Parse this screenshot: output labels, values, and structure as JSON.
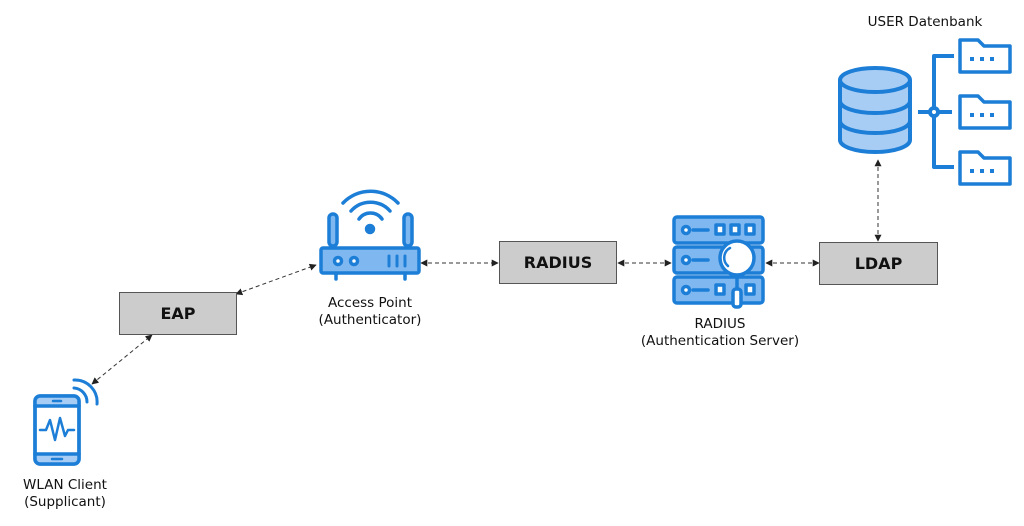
{
  "colors": {
    "icon_stroke": "#1c7ed6",
    "icon_fill": "#7fb7f0",
    "icon_fill_light": "#a8cdf5",
    "box_fill": "#cccccc",
    "box_border": "#555555",
    "arrow": "#222222"
  },
  "nodes": {
    "eap": {
      "label": "EAP"
    },
    "radius_proto": {
      "label": "RADIUS"
    },
    "ldap": {
      "label": "LDAP"
    },
    "client": {
      "line1": "WLAN Client",
      "line2": "(Supplicant)",
      "icon": "smartphone-icon"
    },
    "access_point": {
      "line1": "Access Point",
      "line2": "(Authenticator)",
      "icon": "wifi-router-icon"
    },
    "radius_server": {
      "line1": "RADIUS",
      "line2": "(Authentication Server)",
      "icon": "server-search-icon"
    },
    "user_db": {
      "title": "USER Datenbank",
      "icon": "database-icon",
      "folders": [
        "folder-1",
        "folder-2",
        "folder-3"
      ]
    }
  },
  "connections": [
    {
      "from": "client",
      "to": "eap",
      "style": "dashed",
      "arrows": "both"
    },
    {
      "from": "eap",
      "to": "access_point",
      "style": "dashed",
      "arrows": "both"
    },
    {
      "from": "access_point",
      "to": "radius_proto",
      "style": "dashed",
      "arrows": "both"
    },
    {
      "from": "radius_proto",
      "to": "radius_server",
      "style": "dashed",
      "arrows": "both"
    },
    {
      "from": "radius_server",
      "to": "ldap",
      "style": "dashed",
      "arrows": "both"
    },
    {
      "from": "ldap",
      "to": "user_db",
      "style": "dashed",
      "arrows": "both"
    }
  ]
}
